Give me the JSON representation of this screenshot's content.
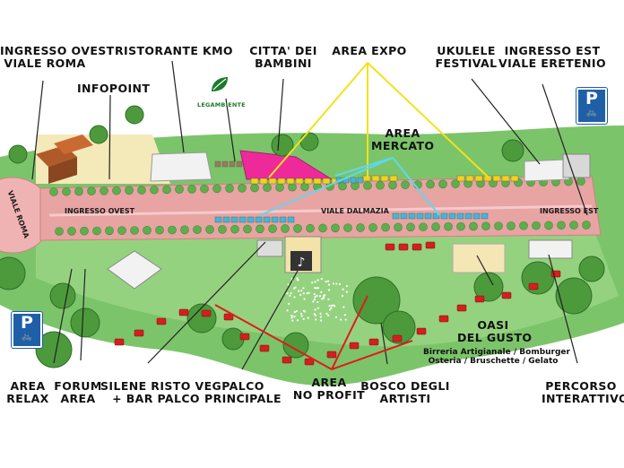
{
  "labels": {
    "ingresso_ovest": [
      "INGRESSO OVEST",
      "VIALE ROMA"
    ],
    "ristorante": [
      "RISTORANTE KMO"
    ],
    "citta_bambini": [
      "CITTA' DEI",
      "BAMBINI"
    ],
    "area_expo": [
      "AREA EXPO"
    ],
    "ukulele": [
      "UKULELE",
      "FESTIVAL"
    ],
    "ingresso_est": [
      "INGRESSO EST",
      "VIALE ERETENIO"
    ],
    "infopoint": [
      "INFOPOINT"
    ],
    "area_mercato": [
      "AREA",
      "MERCATO"
    ],
    "area_relax": [
      "AREA",
      "RELAX"
    ],
    "forum_area": [
      "FORUM",
      "AREA"
    ],
    "silene": [
      "SILENE RISTO VEG",
      "+ BAR PALCO"
    ],
    "palco": [
      "PALCO",
      "PRINCIPALE"
    ],
    "no_profit": [
      "AREA",
      "NO PROFIT"
    ],
    "bosco": [
      "BOSCO DEGLI",
      "ARTISTI"
    ],
    "oasi": [
      "OASI",
      "DEL GUSTO"
    ],
    "oasi_sub": [
      "Birreria Artigianale / Bomburger",
      "Osteria / Bruschette / Gelato"
    ],
    "percorso": [
      "PERCORSO",
      "INTERATTIVO"
    ]
  },
  "map_text": {
    "viale_roma": "VIALE ROMA",
    "ingresso_ovest": "INGRESSO OVEST",
    "viale_dalmazia": "VIALE DALMAZIA",
    "ingresso_est": "INGRESSO EST"
  },
  "sponsor": {
    "name": "LEGAMBIENTE"
  },
  "parking": {
    "symbol": "P",
    "icon": "bicycle-icon"
  },
  "colors": {
    "grass": "#7cc46a",
    "grass_light": "#95d27f",
    "road": "#e8a3a3",
    "road_edge": "#cc8282",
    "pink_tent": "#ee2a9a",
    "yellow_stall": "#f2d21b",
    "cyan_stall": "#3fb8d8",
    "red_stall": "#d41f1f",
    "expo_line": "#f2e21b",
    "mercato_line": "#5fd8f0",
    "pointer_line": "#222222",
    "noprofit_line": "#e01b1b",
    "parking_blue": "#1f5fa8"
  }
}
